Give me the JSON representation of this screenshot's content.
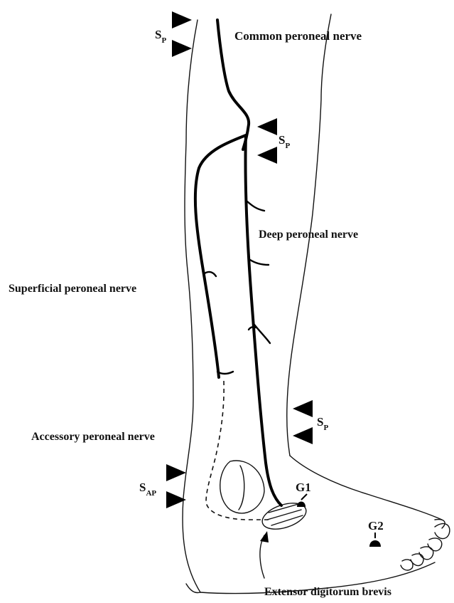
{
  "labels": {
    "common_peroneal": "Common peroneal nerve",
    "deep_peroneal": "Deep peroneal nerve",
    "superficial_peroneal": "Superficial peroneal nerve",
    "accessory_peroneal": "Accessory peroneal nerve",
    "extensor": "Extensor digitorum brevis"
  },
  "stim_sites": [
    {
      "main": "S",
      "sub": "P"
    },
    {
      "main": "S",
      "sub": "P"
    },
    {
      "main": "S",
      "sub": "P"
    },
    {
      "main": "S",
      "sub": "AP"
    }
  ],
  "electrodes": {
    "g1": "G1",
    "g2": "G2"
  }
}
